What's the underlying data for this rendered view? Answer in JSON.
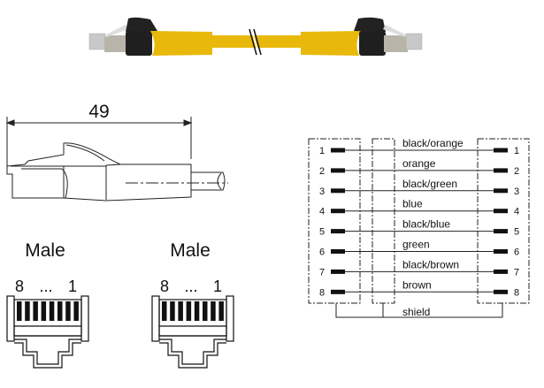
{
  "cable_photo": {
    "jacket_color": "#e8b90a",
    "boot_color": "#1f1f1f",
    "plug_color": "#b9b4aa"
  },
  "dimension": {
    "length_label": "49"
  },
  "connectors": [
    {
      "label": "Male",
      "pin_left": "8",
      "ellipsis": "...",
      "pin_right": "1"
    },
    {
      "label": "Male",
      "pin_left": "8",
      "ellipsis": "...",
      "pin_right": "1"
    }
  ],
  "wiring": {
    "wires": [
      {
        "pin_a": "1",
        "pin_b": "1",
        "color": "black/orange"
      },
      {
        "pin_a": "2",
        "pin_b": "2",
        "color": "orange"
      },
      {
        "pin_a": "3",
        "pin_b": "3",
        "color": "black/green"
      },
      {
        "pin_a": "4",
        "pin_b": "4",
        "color": "blue"
      },
      {
        "pin_a": "5",
        "pin_b": "5",
        "color": "black/blue"
      },
      {
        "pin_a": "6",
        "pin_b": "6",
        "color": "green"
      },
      {
        "pin_a": "7",
        "pin_b": "7",
        "color": "black/brown"
      },
      {
        "pin_a": "8",
        "pin_b": "8",
        "color": "brown"
      }
    ],
    "shield_label": "shield"
  }
}
